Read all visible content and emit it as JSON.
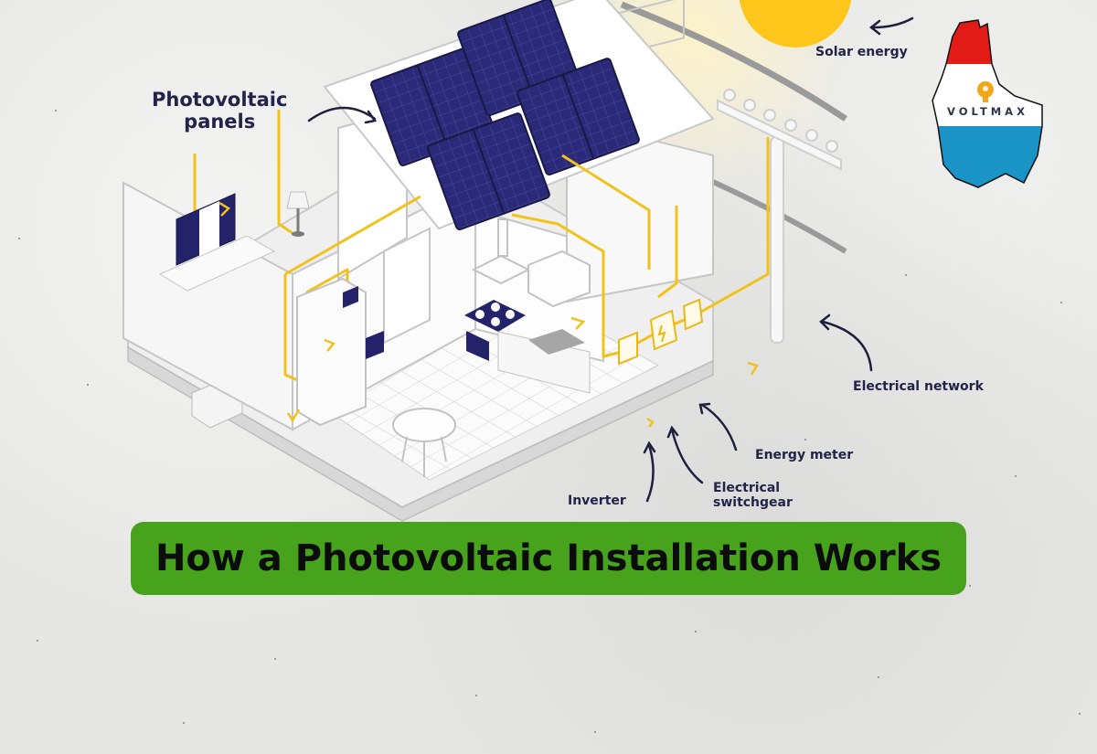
{
  "title": "How a Photovoltaic Installation Works",
  "labels": {
    "pv_panels_line1": "Photovoltaic",
    "pv_panels_line2": "panels",
    "solar_energy": "Solar energy",
    "electrical_network": "Electrical network",
    "energy_meter": "Energy meter",
    "switchgear_line1": "Electrical",
    "switchgear_line2": "switchgear",
    "inverter": "Inverter"
  },
  "logo": {
    "brand": "VOLTMAX",
    "flag_colors": [
      "#e31b17",
      "#ffffff",
      "#1a93c6"
    ],
    "bulb_color": "#f3a61b"
  },
  "colors": {
    "title_bar": "#46a31b",
    "title_text": "#0c0c0c",
    "label_text": "#23234a",
    "panel_fill": "#2b2a78",
    "wire": "#f1c21b",
    "sun": "#fec51a"
  },
  "components": [
    "solar-panels-4",
    "sun",
    "house-cutaway",
    "tv",
    "lamp",
    "fridge",
    "stove",
    "sink",
    "inverter-box",
    "switchgear-box",
    "energy-meter-box",
    "utility-pole"
  ]
}
